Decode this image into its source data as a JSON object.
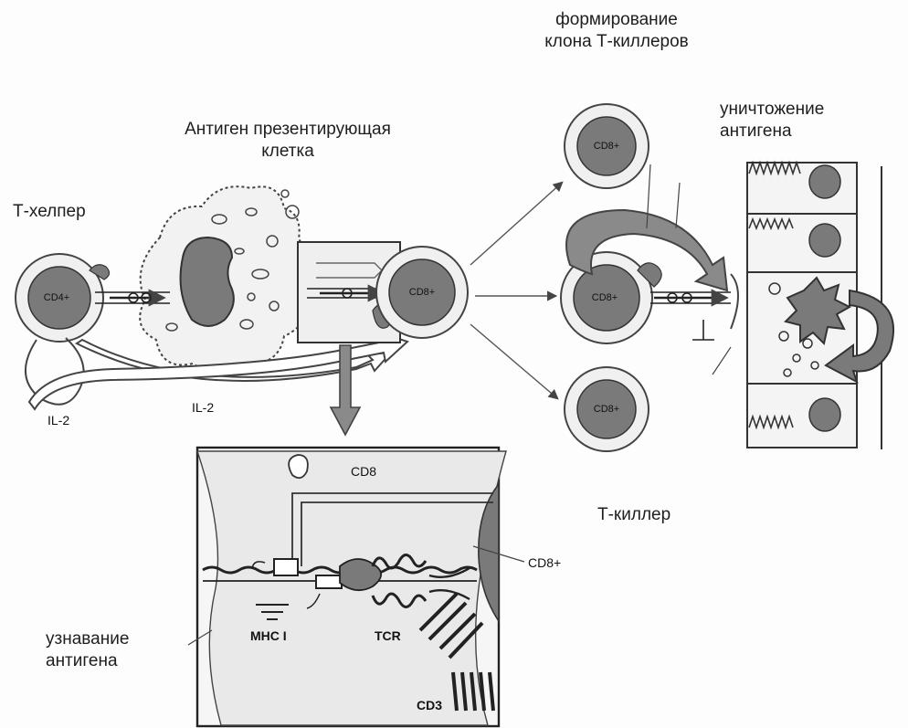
{
  "labels": {
    "clone_title_line1": "формирование",
    "clone_title_line2": "клона Т-киллеров",
    "apc_title_line1": "Антиген презентирующая",
    "apc_title_line2": "клетка",
    "destruction_line1": "уничтожение",
    "destruction_line2": "антигена",
    "t_helper": "Т-хелпер",
    "t_killer": "Т-киллер",
    "recognition_line1": "узнавание",
    "recognition_line2": "антигена"
  },
  "cells": {
    "cd4": "CD4+",
    "cd8_main": "CD8+",
    "cd8_clone_top": "CD8+",
    "cd8_clone_middle": "CD8+",
    "cd8_clone_bottom": "CD8+"
  },
  "cytokines": {
    "il2_left": "IL-2",
    "il2_arrow": "IL-2"
  },
  "molecules": {
    "cd8": "CD8",
    "cd8_plus": "CD8+",
    "mhc1": "MHC I",
    "tcr": "TCR",
    "cd3": "CD3"
  },
  "colors": {
    "cell_body": "#7a7a7a",
    "membrane": "#efefef",
    "panel": "#e9e9e9",
    "ink": "#1e1e1e"
  }
}
